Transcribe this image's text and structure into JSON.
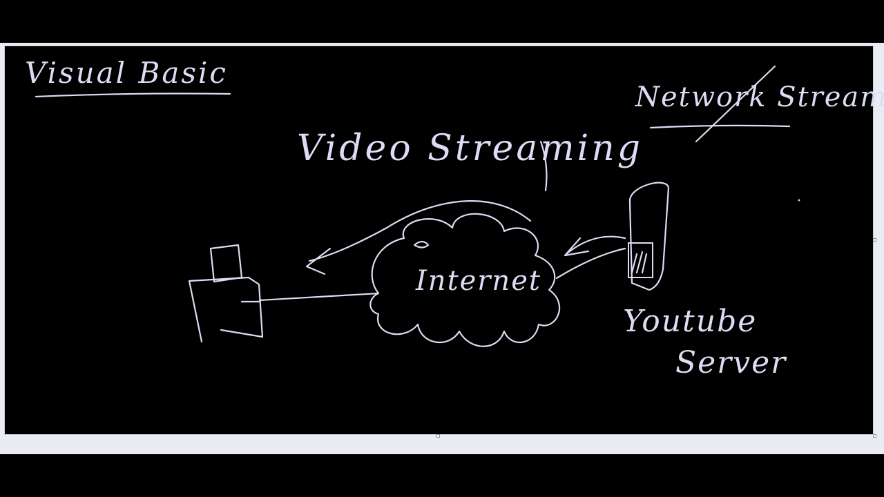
{
  "canvas": {
    "background": "#000000",
    "ink_color": "#dcdcf4",
    "frame_color": "#e9edf3"
  },
  "notes": {
    "title_left": "Visual Basic",
    "heading": "Video Streaming",
    "title_right": "Network Stream",
    "cloud_label": "Internet",
    "server_label_line1": "Youtube",
    "server_label_line2": "Server"
  }
}
